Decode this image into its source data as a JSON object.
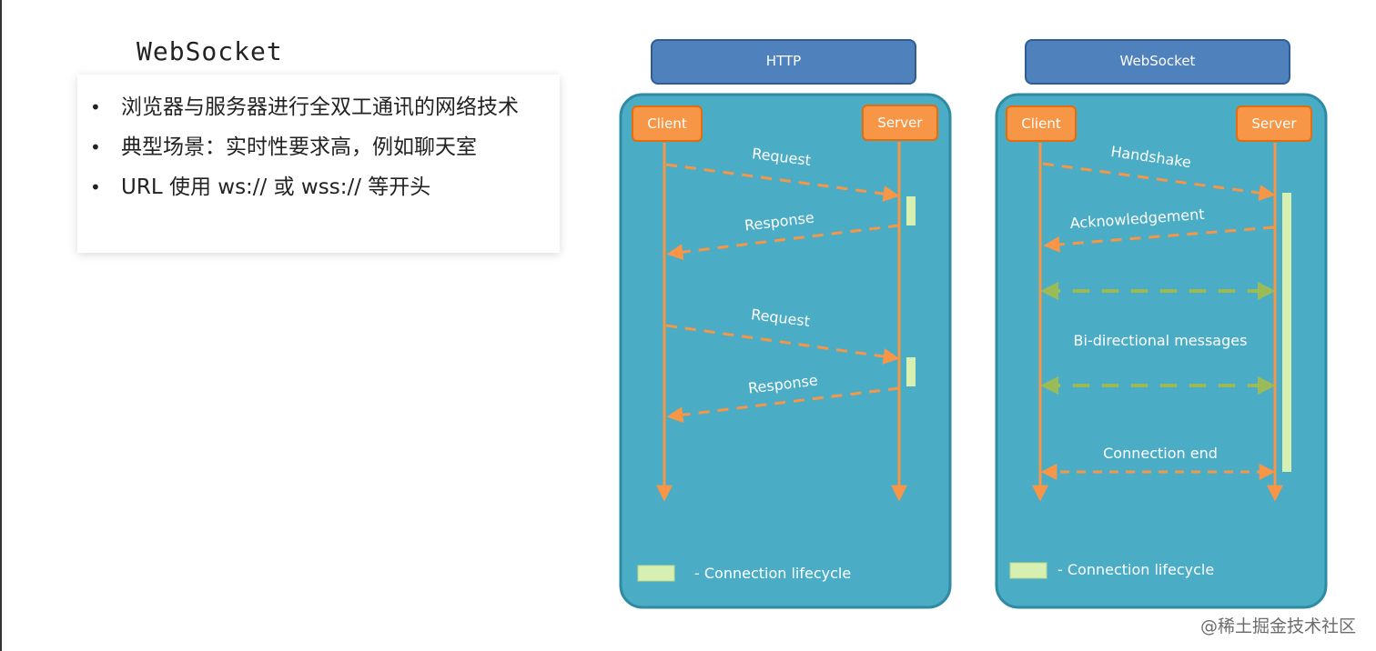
{
  "slide": {
    "title": "WebSocket",
    "bullets": [
      "浏览器与服务器进行全双工通讯的网络技术",
      "典型场景：实时性要求高，例如聊天室",
      "URL 使用 ws:// 或 wss:// 等开头"
    ]
  },
  "diagram": {
    "colors": {
      "header_fill": "#4f81bd",
      "panel_fill": "#4bacc6",
      "node_fill": "#f79646",
      "lifeline": "#f79646",
      "bidirectional_arrow": "#9bbb59",
      "lifecycle_bar": "#d7f0b1"
    },
    "http": {
      "header": "HTTP",
      "client": "Client",
      "server": "Server",
      "messages": [
        "Request",
        "Response",
        "Request",
        "Response"
      ],
      "legend": "- Connection lifecycle"
    },
    "websocket": {
      "header": "WebSocket",
      "client": "Client",
      "server": "Server",
      "handshake": "Handshake",
      "acknowledgement": "Acknowledgement",
      "bidirectional": "Bi-directional messages",
      "connection_end": "Connection end",
      "legend": "- Connection lifecycle"
    }
  },
  "footer": {
    "watermark": "@稀土掘金技术社区"
  }
}
